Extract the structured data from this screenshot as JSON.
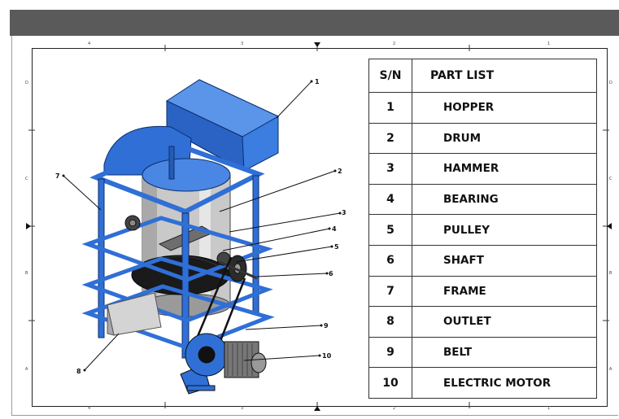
{
  "part_list": {
    "header_sn": "S/N",
    "header_name": "PART LIST",
    "rows": [
      {
        "sn": "1",
        "name": "HOPPER"
      },
      {
        "sn": "2",
        "name": "DRUM"
      },
      {
        "sn": "3",
        "name": "HAMMER"
      },
      {
        "sn": "4",
        "name": "BEARING"
      },
      {
        "sn": "5",
        "name": "PULLEY"
      },
      {
        "sn": "6",
        "name": "SHAFT"
      },
      {
        "sn": "7",
        "name": "FRAME"
      },
      {
        "sn": "8",
        "name": "OUTLET"
      },
      {
        "sn": "9",
        "name": "BELT"
      },
      {
        "sn": "10",
        "name": "ELECTRIC MOTOR"
      }
    ]
  },
  "callouts": [
    "1",
    "2",
    "3",
    "4",
    "5",
    "6",
    "7",
    "8",
    "9",
    "10"
  ],
  "zones": {
    "top": [
      "4",
      "3",
      "2",
      "1"
    ],
    "left": [
      "D",
      "C",
      "B",
      "A"
    ]
  },
  "colors": {
    "frame_blue": "#2f6fd6",
    "drum_grey": "#c9c9c9",
    "toolbar": "#5a5a5a"
  }
}
